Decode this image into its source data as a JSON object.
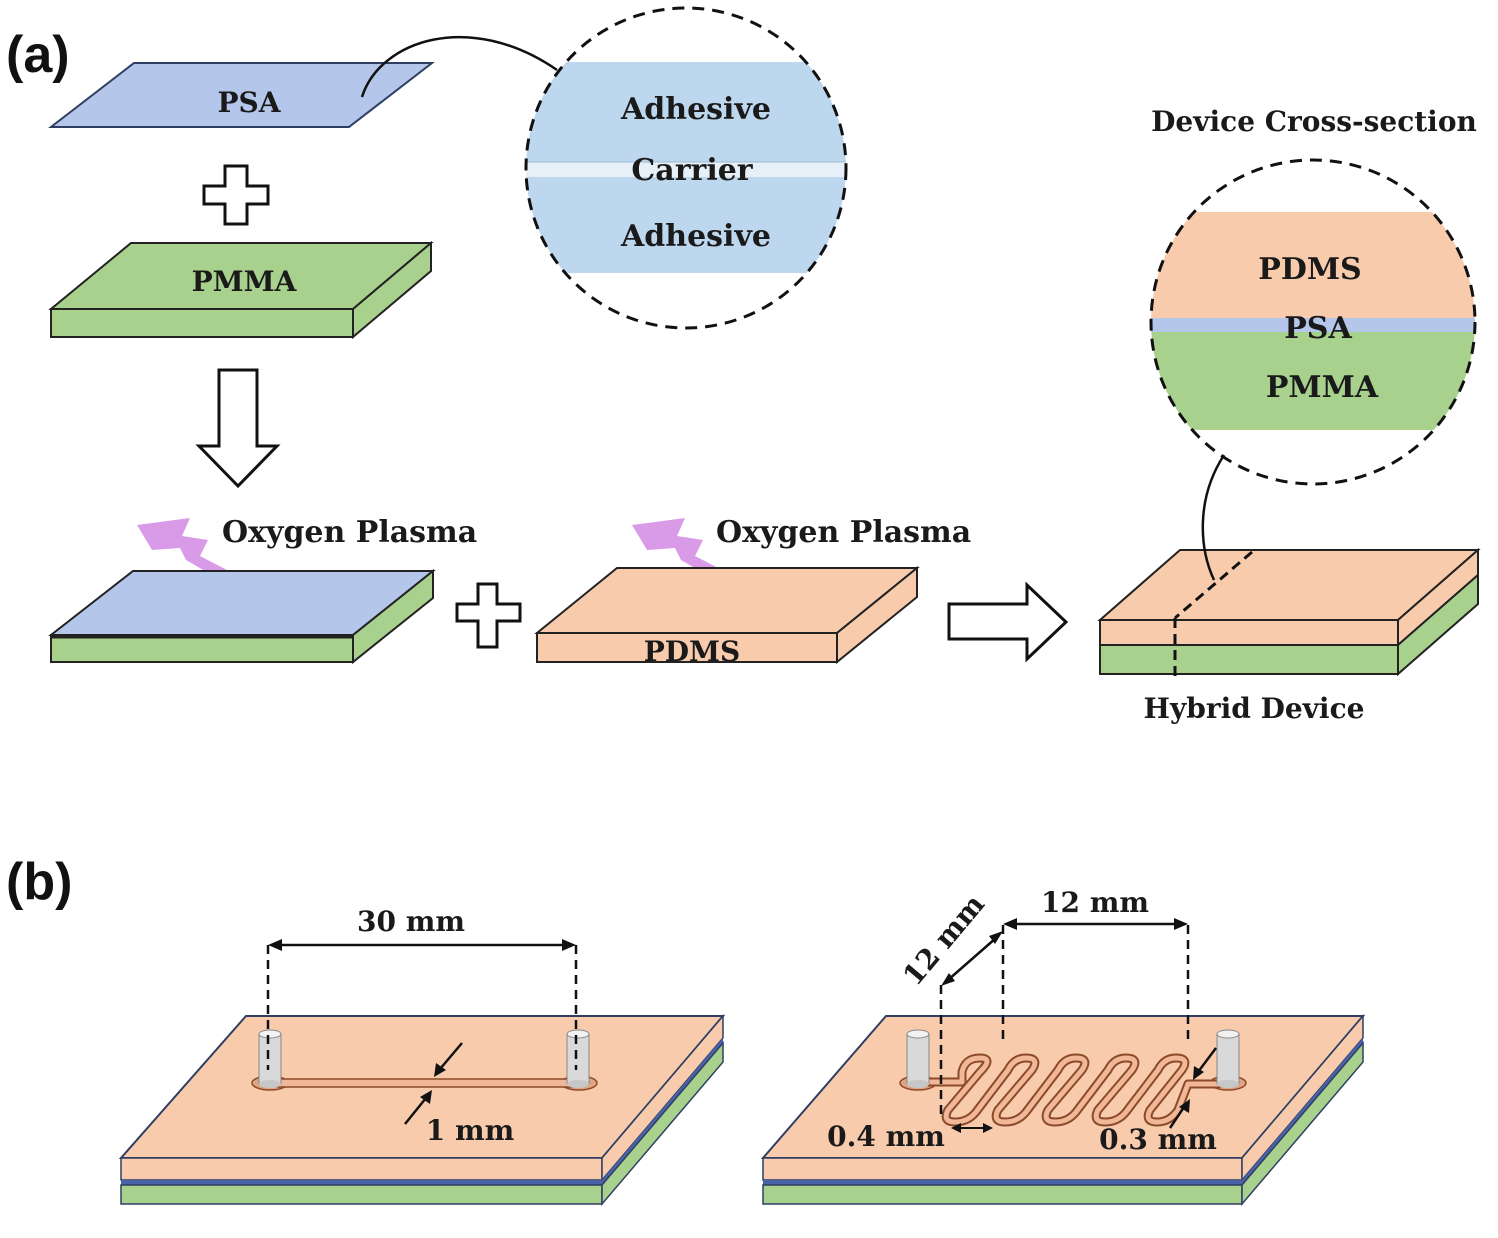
{
  "panel_a": {
    "label": "(a)",
    "psa": "PSA",
    "pmma": "PMMA",
    "pdms": "PDMS",
    "oxygen_plasma": "Oxygen Plasma",
    "zoom_psa": {
      "top": "Adhesive",
      "middle": "Carrier",
      "bottom": "Adhesive"
    },
    "cross_section": {
      "title": "Device Cross-section",
      "top": "PDMS",
      "middle": "PSA",
      "bottom": "PMMA"
    },
    "hybrid_device": "Hybrid Device"
  },
  "panel_b": {
    "label": "(b)",
    "left_length": "30 mm",
    "left_width": "1 mm",
    "right_length": "12 mm",
    "right_depth": "12 mm",
    "right_width_left": "0.4 mm",
    "right_width_right": "0.3 mm"
  },
  "colors": {
    "psa_blue": "#b4c7ea",
    "pmma_green": "#a9d18e",
    "pdms_orange": "#f8cbad",
    "adhesive_blue": "#bdd7ee",
    "plasma_purple": "#d99be8"
  }
}
